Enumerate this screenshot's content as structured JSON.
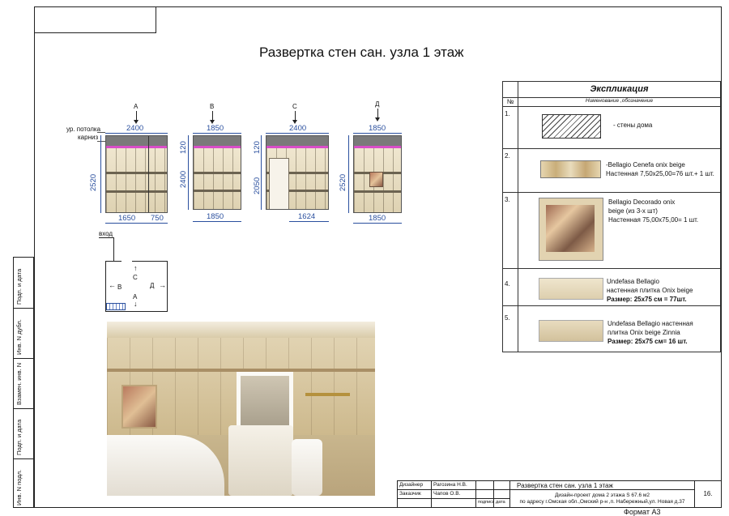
{
  "title": "Развертка стен  сан. узла 1 этаж",
  "walls": [
    {
      "letter": "А",
      "top_dim": "2400",
      "side_dim": "2520",
      "bottom_dims": [
        "1650",
        "750"
      ]
    },
    {
      "letter": "В",
      "top_dim": "1850",
      "side_dim": "2400",
      "side_dim2": "120",
      "bottom_dims": [
        "1850"
      ]
    },
    {
      "letter": "С",
      "top_dim": "2400",
      "side_dim": "2050",
      "side_dim2": "120",
      "bottom_dims": [
        "1624"
      ]
    },
    {
      "letter": "Д",
      "top_dim": "1850",
      "side_dim": "2520",
      "bottom_dims": [
        "1850"
      ]
    }
  ],
  "labels": {
    "ceiling_level": "ур. потолка",
    "cornice": "карниз",
    "entrance": "вход"
  },
  "plan": {
    "b": "В",
    "c": "С",
    "d": "Д",
    "a": "А"
  },
  "explication": {
    "header": "Экспликация",
    "col_num": "№",
    "col_name": "Нименование ,обозначение",
    "rows": [
      {
        "num": "1.",
        "lines": [
          "- стены дома"
        ]
      },
      {
        "num": "2.",
        "lines": [
          "-Bellagio Cenefa onix beige",
          "Настенная 7,50х25,00=76 шт.+ 1 шт."
        ]
      },
      {
        "num": "3.",
        "lines": [
          "Bellagio Decorado onix",
          "beige (из 3-х шт)",
          "Настенная 75,00х75,00= 1 шт."
        ]
      },
      {
        "num": "4.",
        "lines": [
          "Undefasa Bellagio",
          "настенная плитка Onix beige",
          "Размер:  25х75 см = 77шт."
        ]
      },
      {
        "num": "5.",
        "lines": [
          "Undefasa Bellagio настенная",
          "плитка Onix beige Zinnia",
          "Размер:  25х75 см= 16 шт."
        ]
      }
    ]
  },
  "sidebar": [
    "Подп. и дата",
    "Инв. N  дубл.",
    "Взамен. инв. N",
    "Подп. и дата",
    "Инв. N  подл."
  ],
  "stamp": {
    "designer_label": "Дизайнер",
    "designer": "Рагозина Н.В.",
    "client_label": "Заказчик",
    "client": "Чапов О.В.",
    "sign_label": "подпись",
    "date_label": "дата",
    "sheet_title": "Развертка стен  сан. узла 1 этаж",
    "project_line1": "Дизайн-проект дома  2 этажа S 67.6 м2",
    "project_line2": "по адресу г.Омская обл.,Омский р-н ,п. Набережный,ул. Новая д.37",
    "sheet": "16."
  },
  "format": "Формат А3"
}
